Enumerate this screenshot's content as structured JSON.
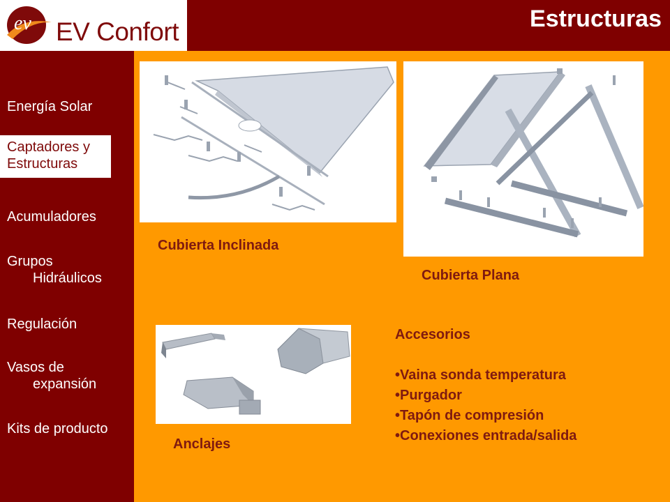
{
  "header": {
    "logo_text": "EV Confort",
    "logo_mark": "ev",
    "title": "Estructuras"
  },
  "sidebar": {
    "items": [
      {
        "label": "Energía Solar"
      },
      {
        "label": "Captadores y Estructuras",
        "active": true
      },
      {
        "label": "Acumuladores"
      },
      {
        "label_1": "Grupos",
        "label_2": "Hidráulicos"
      },
      {
        "label": "Regulación"
      },
      {
        "label_1": "Vasos de",
        "label_2": "expansión"
      },
      {
        "label": "Kits de producto"
      }
    ]
  },
  "main": {
    "captions": {
      "inclined": "Cubierta Inclinada",
      "flat": "Cubierta Plana",
      "anchors": "Anclajes"
    },
    "accessories": {
      "title": "Accesorios",
      "items": [
        "•Vaina sonda temperatura",
        "•Purgador",
        "•Tapón de compresión",
        "•Conexiones entrada/salida"
      ]
    }
  },
  "colors": {
    "brand": "#7f0000",
    "background": "#ff9900",
    "logo_orange": "#f08a1c"
  },
  "images": [
    {
      "name": "inclined-roof-structure-image",
      "subject": "panel on inclined roof with brackets"
    },
    {
      "name": "flat-roof-structure-image",
      "subject": "panel on triangular frame"
    },
    {
      "name": "anchors-image",
      "subject": "metal anchor brackets"
    }
  ]
}
